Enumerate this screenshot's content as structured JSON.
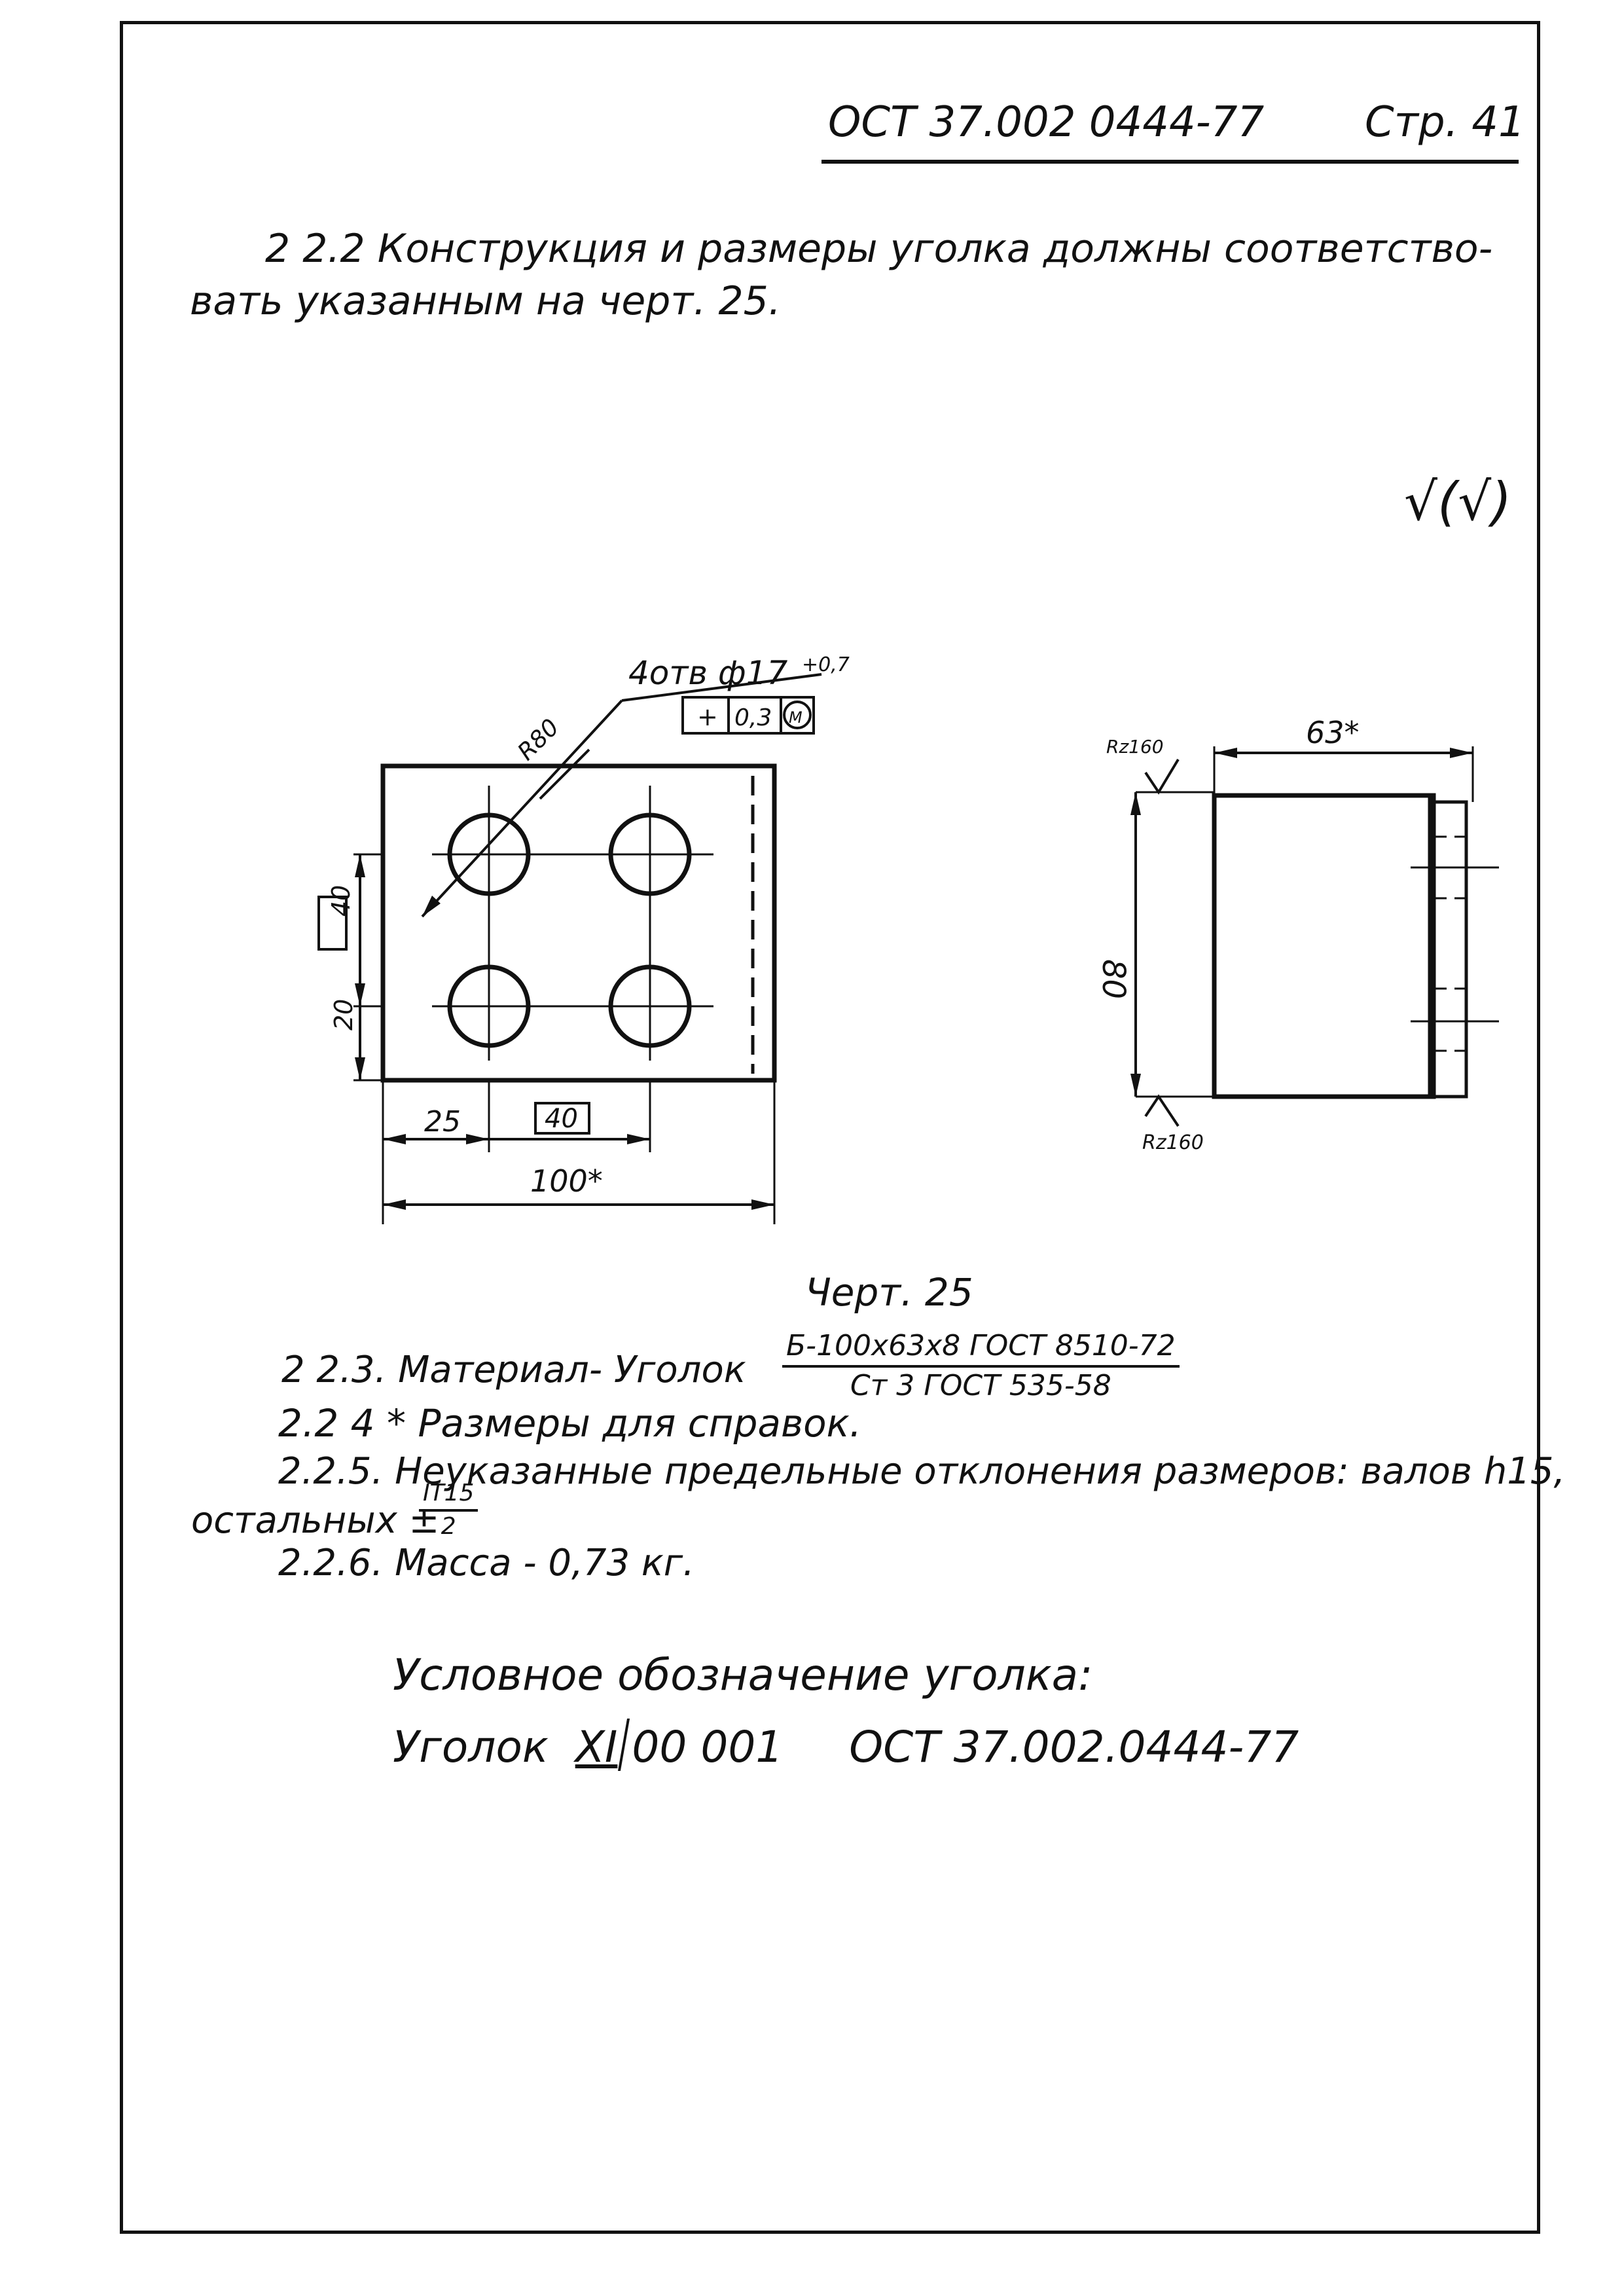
{
  "header": {
    "standard": "ОСТ 37.002 0444-77",
    "page": "Стр. 41"
  },
  "intro": {
    "line1": "2 2.2 Конструкция и размеры уголка должны соответство-",
    "line2": "вать указанным на черт. 25."
  },
  "roughness_symbol": "√(√)",
  "drawing": {
    "callout_holes": "4отв ф17",
    "callout_tol": "+0,7",
    "position_symbol": "+",
    "position_tol": "0,3",
    "position_mod": "M",
    "radius": "R80",
    "dim_40_vert": "40",
    "dim_20": "20",
    "dim_25": "25",
    "dim_40_horiz": "40",
    "dim_100": "100*",
    "side_dim_63": "63*",
    "side_dim_80": "80",
    "rz_top": "Rz160",
    "rz_bottom": "Rz160",
    "caption": "Черт. 25"
  },
  "items": {
    "i223_label": "2 2.3. Материал- Уголок",
    "i223_num": "Б-100х63х8 ГОСТ 8510-72",
    "i223_den": "Ст 3 ГОСТ 535-58",
    "i224": "2.2 4 * Размеры для справок.",
    "i225_line1": "2.2.5. Неуказанные предельные отклонения размеров: валов h15,",
    "i225_line2_prefix": "остальных ±",
    "i225_num": "IT15",
    "i225_den": "2",
    "i226": "2.2.6. Масса - 0,73 кг."
  },
  "designation": {
    "title": "Условное обозначение уголка:",
    "text_part1": "Уголок",
    "text_roman": "XI",
    "text_part2": "00 001",
    "text_part3": "ОСТ 37.002.0444-77"
  }
}
